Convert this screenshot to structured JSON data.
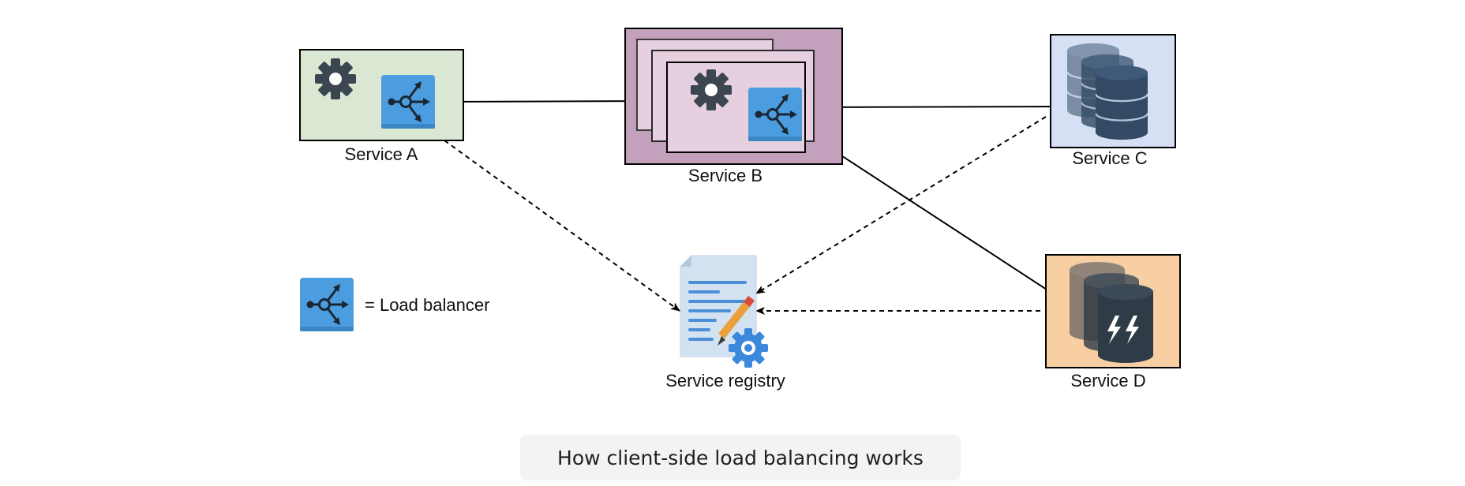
{
  "diagram": {
    "services": {
      "a": {
        "label": "Service A"
      },
      "b": {
        "label": "Service B"
      },
      "c": {
        "label": "Service C"
      },
      "d": {
        "label": "Service D"
      },
      "registry": {
        "label": "Service registry"
      }
    },
    "legend": {
      "icon": "load-balancer-icon",
      "text": "= Load balancer"
    },
    "caption": "How client-side load balancing works"
  },
  "colors": {
    "service_a_fill": "#dae8d3",
    "service_b_outer": "#c3a1bd",
    "service_b_inner": "#e6d0e0",
    "service_c_fill": "#d6e0f4",
    "service_d_fill": "#f7cfa2",
    "load_balancer": "#4b9ddf",
    "gear": "#3b4650",
    "database": "#324a64"
  }
}
